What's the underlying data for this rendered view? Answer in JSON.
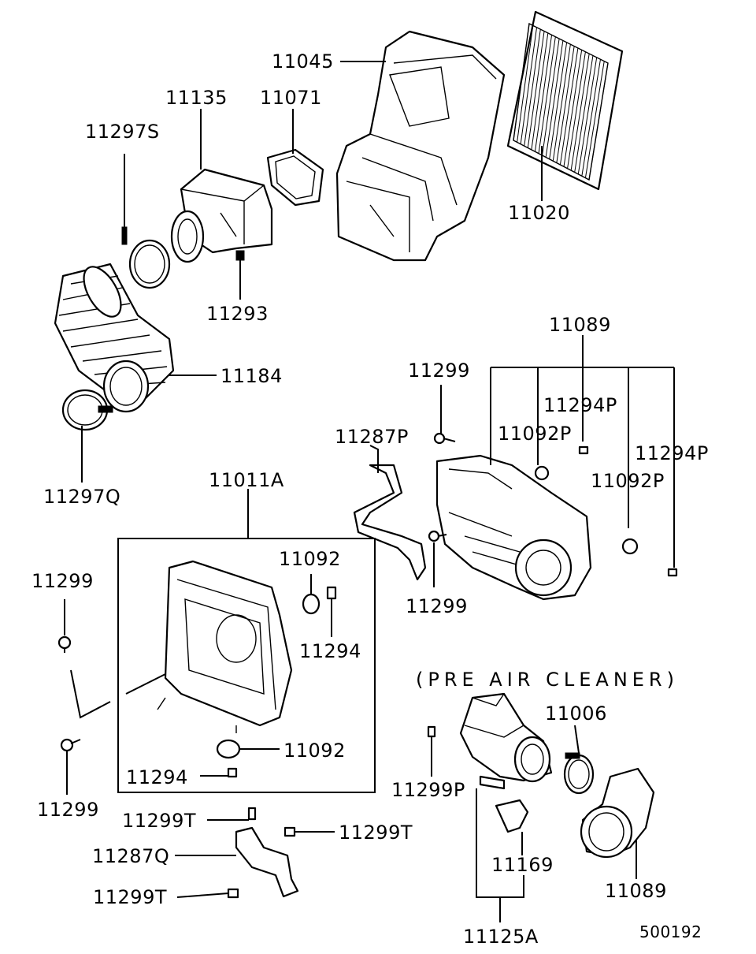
{
  "diagram": {
    "caption": "(PRE AIR CLEANER)",
    "figure_number": "500192",
    "colors": {
      "ink": "#000000",
      "paper": "#ffffff"
    },
    "labels": {
      "l_11045": "11045",
      "l_11135": "11135",
      "l_11071": "11071",
      "l_11297S": "11297S",
      "l_11020": "11020",
      "l_11293": "11293",
      "l_11184": "11184",
      "l_11297Q": "11297Q",
      "l_11089_top": "11089",
      "l_11299_a": "11299",
      "l_11294P_a": "11294P",
      "l_11092P_a": "11092P",
      "l_11294P_b": "11294P",
      "l_11092P_b": "11092P",
      "l_11287P": "11287P",
      "l_11299_b": "11299",
      "l_11011A": "11011A",
      "l_11092_a": "11092",
      "l_11294_a": "11294",
      "l_11299_c": "11299",
      "l_11092_b": "11092",
      "l_11294_b": "11294",
      "l_11299_d": "11299",
      "l_11006": "11006",
      "l_11299P": "11299P",
      "l_11169": "11169",
      "l_11089_bottom": "11089",
      "l_11299T_a": "11299T",
      "l_11299T_b": "11299T",
      "l_11287Q": "11287Q",
      "l_11299T_c": "11299T",
      "l_11125A": "11125A"
    }
  }
}
